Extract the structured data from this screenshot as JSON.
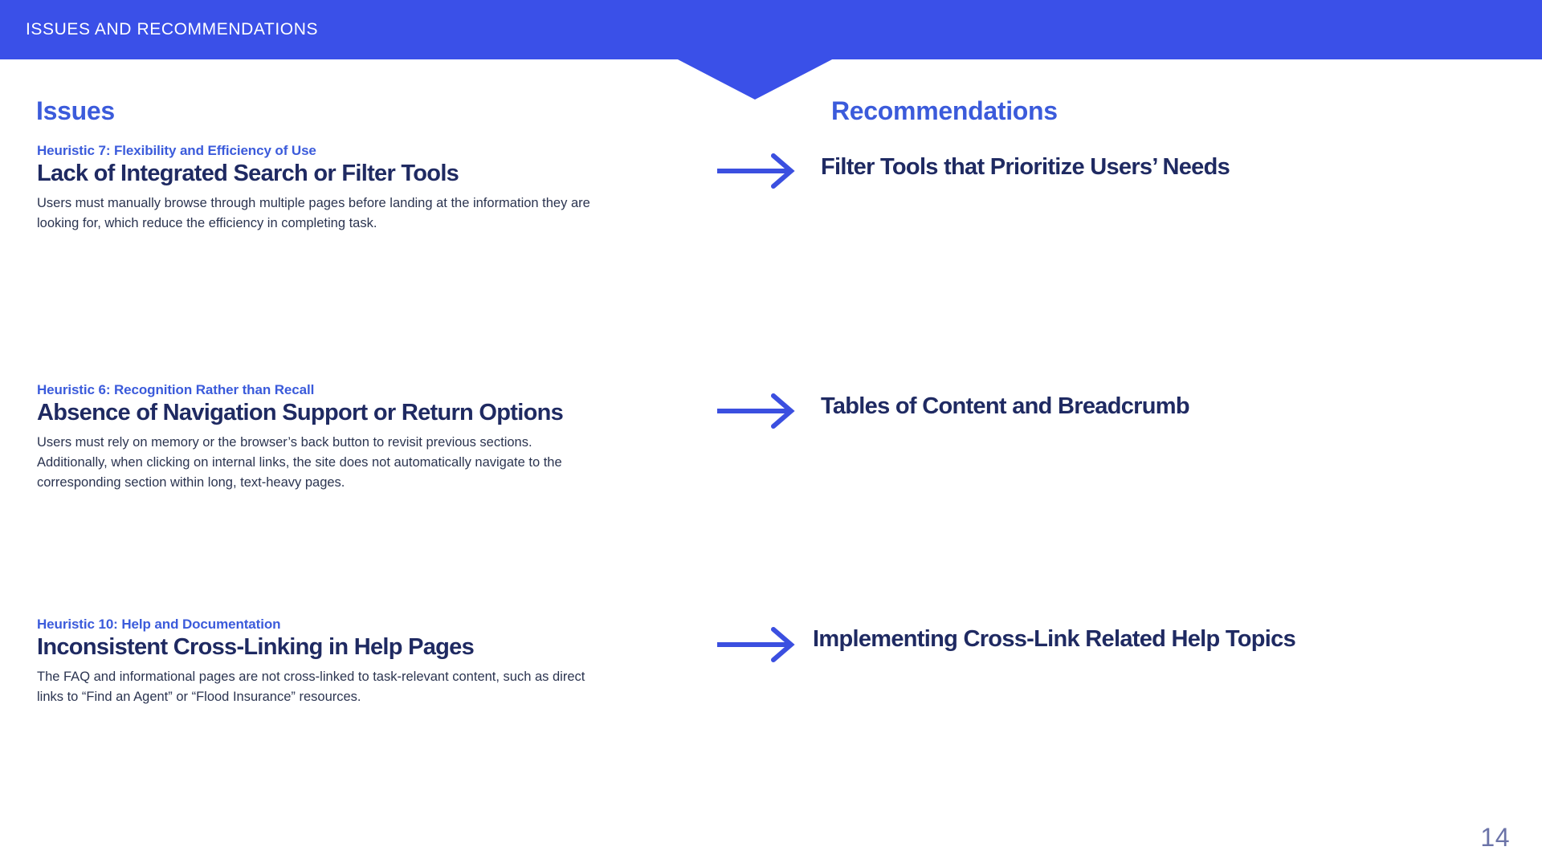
{
  "header": {
    "title": "ISSUES AND RECOMMENDATIONS",
    "background_color": "#3A50E8",
    "text_color": "#FFFFFF"
  },
  "columns": {
    "issues_heading": "Issues",
    "recommendations_heading": "Recommendations",
    "heading_color": "#3B5BDB"
  },
  "colors": {
    "accent_blue": "#3B5BDB",
    "header_blue": "#3A50E8",
    "title_navy": "#1F2A62",
    "body_slate": "#2B3450",
    "page_number": "#6B73A8"
  },
  "rows": [
    {
      "heuristic": "Heuristic 7: Flexibility and Efficiency of Use",
      "title": "Lack of Integrated Search or Filter Tools",
      "body": "Users must manually browse through multiple pages before landing at the information they are looking for, which reduce the efficiency in completing task.",
      "arrow_icon": "arrow-right-icon",
      "recommendation": "Filter Tools that Prioritize Users’ Needs"
    },
    {
      "heuristic": "Heuristic 6: Recognition Rather than Recall",
      "title": "Absence of Navigation Support or Return Options",
      "body": "Users must rely on memory or the browser’s back button to revisit previous sections. Additionally, when clicking on internal links, the site does not automatically navigate to the corresponding section within long, text-heavy pages.",
      "arrow_icon": "arrow-right-icon",
      "recommendation": "Tables of Content and Breadcrumb"
    },
    {
      "heuristic": "Heuristic 10: Help and Documentation",
      "title": "Inconsistent Cross-Linking in Help Pages",
      "body": "The FAQ and informational pages are not cross-linked to task-relevant content, such as direct links to “Find an Agent” or “Flood Insurance” resources.",
      "arrow_icon": "arrow-right-icon",
      "recommendation": "Implementing Cross-Link Related Help Topics"
    }
  ],
  "footer": {
    "page_number": "14"
  }
}
